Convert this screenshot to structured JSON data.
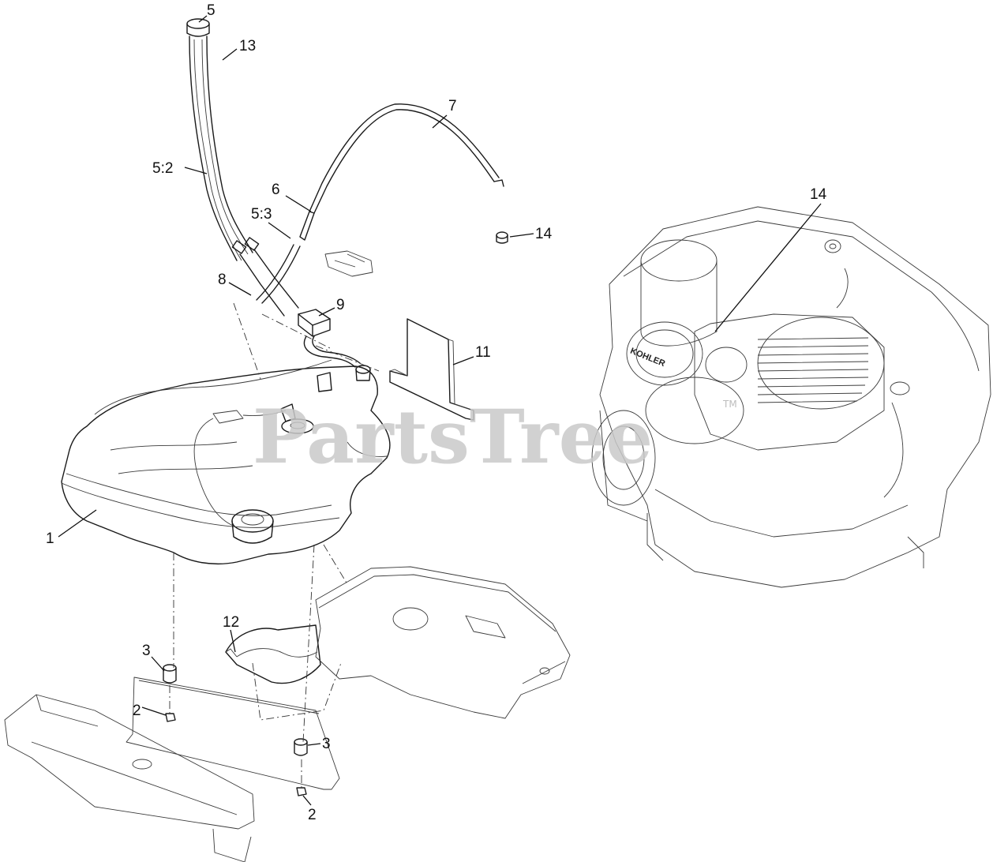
{
  "diagram": {
    "watermark": "PartsTree",
    "watermark_mark": "TM",
    "engine_brand": "KOHLER",
    "callouts": [
      {
        "id": "c5",
        "label": "5"
      },
      {
        "id": "c13",
        "label": "13"
      },
      {
        "id": "c7",
        "label": "7"
      },
      {
        "id": "c52",
        "label": "5:2"
      },
      {
        "id": "c6",
        "label": "6"
      },
      {
        "id": "c53",
        "label": "5:3"
      },
      {
        "id": "c14a",
        "label": "14"
      },
      {
        "id": "c14b",
        "label": "14"
      },
      {
        "id": "c8",
        "label": "8"
      },
      {
        "id": "c9",
        "label": "9"
      },
      {
        "id": "c11",
        "label": "11"
      },
      {
        "id": "c1",
        "label": "1"
      },
      {
        "id": "c12",
        "label": "12"
      },
      {
        "id": "c3a",
        "label": "3"
      },
      {
        "id": "c2a",
        "label": "2"
      },
      {
        "id": "c3b",
        "label": "3"
      },
      {
        "id": "c2b",
        "label": "2"
      }
    ]
  }
}
